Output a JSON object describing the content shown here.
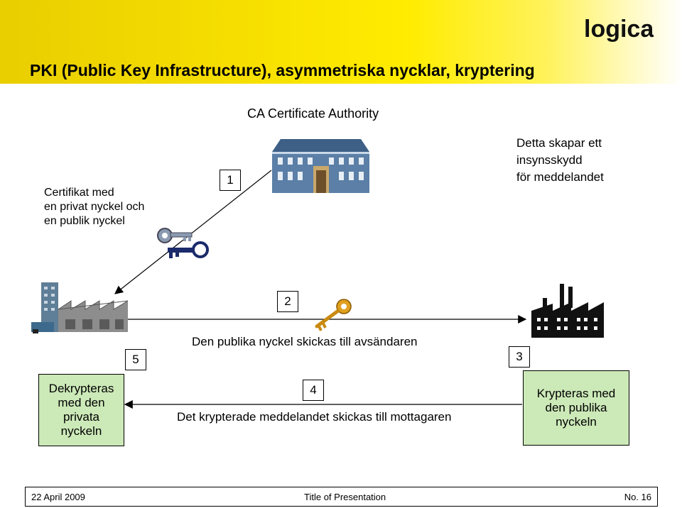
{
  "slide": {
    "title": "PKI (Public Key Infrastructure), asymmetriska nycklar, kryptering",
    "logo_text": "logica",
    "ca_label": "CA Certificate Authority",
    "certificate_text": "Certifikat med\nen privat nyckel och\nen publik nyckel",
    "protection_text": "Detta skapar ett\ninsynsskydd\nför meddelandet",
    "public_key_caption": "Den publika nyckel skickas till avsändaren",
    "encrypted_caption": "Det krypterade meddelandet skickas till mottagaren",
    "decrypt_box": "Dekrypteras\nmed den\nprivata\nnyckeln",
    "encrypt_box": "Krypteras med\nden publika\nnyckeln",
    "steps": [
      "1",
      "2",
      "3",
      "4",
      "5"
    ]
  },
  "footer": {
    "date": "22 April 2009",
    "presentation_title": "Title of Presentation",
    "page": "No. 16"
  },
  "colors": {
    "header_gradient_start": "#e9ce00",
    "header_gradient_end": "#ffffff",
    "box_fill": "#cce9b8",
    "building_blue": "#5b7fa6",
    "key_gold": "#e0a020",
    "key_navy": "#1a2a6a"
  },
  "icons": [
    "ca-building-icon",
    "key-pair-icon",
    "gold-key-icon",
    "sender-factory-icon",
    "receiver-factory-icon"
  ]
}
